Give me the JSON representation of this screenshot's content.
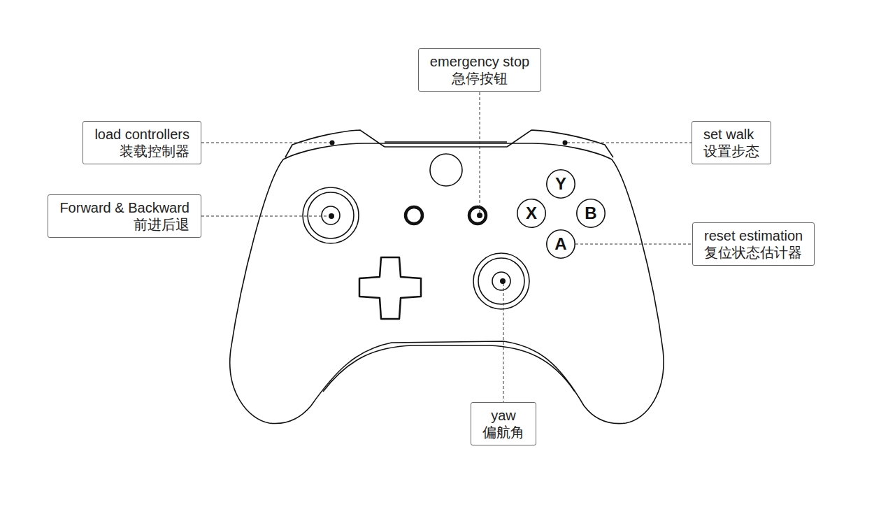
{
  "diagram": {
    "nodes": [
      {
        "text": [
          "emergency stop",
          "急停按钮"
        ]
      },
      {
        "text": [
          "load controllers",
          "装载控制器"
        ]
      },
      {
        "text": [
          "set walk",
          "设置步态"
        ]
      },
      {
        "text": [
          "Y"
        ]
      },
      {
        "text": [
          "Forward & Backward",
          "前进后退"
        ]
      },
      {
        "text": [
          "X"
        ]
      },
      {
        "text": [
          "B"
        ]
      },
      {
        "text": [
          "A"
        ]
      },
      {
        "text": [
          "reset estimation",
          "复位状态估计器"
        ]
      },
      {
        "text": [
          "yaw",
          "偏航角"
        ]
      }
    ],
    "edges": [
      {
        "from": 7,
        "to": 8,
        "arrow": "none"
      }
    ]
  }
}
